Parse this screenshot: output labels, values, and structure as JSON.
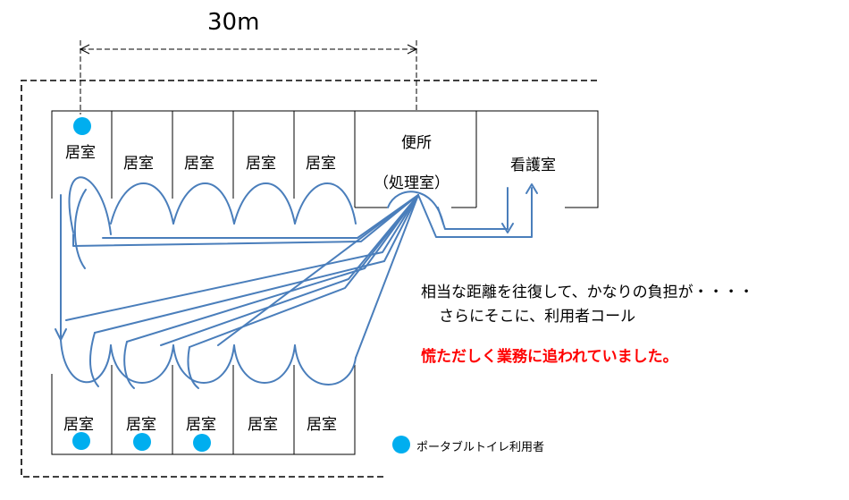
{
  "dimension": {
    "label": "30m"
  },
  "rooms": {
    "top": [
      "居室",
      "居室",
      "居室",
      "居室",
      "居室"
    ],
    "bottom": [
      "居室",
      "居室",
      "居室",
      "居室",
      "居室"
    ],
    "toilet_line1": "便所",
    "toilet_line2": "（処理室）",
    "nurse_station": "看護室"
  },
  "notes": {
    "line1": "相当な距離を往復して、かなりの負担が・・・・",
    "line2": "さらにそこに、利用者コール",
    "alert": "慌ただしく業務に追われていました。"
  },
  "legend": {
    "label": "ポータブルトイレ利用者"
  },
  "colors": {
    "marker": "#00aeef",
    "path": "#4a7ebb",
    "alert": "#ff0000",
    "wall": "#000000"
  }
}
